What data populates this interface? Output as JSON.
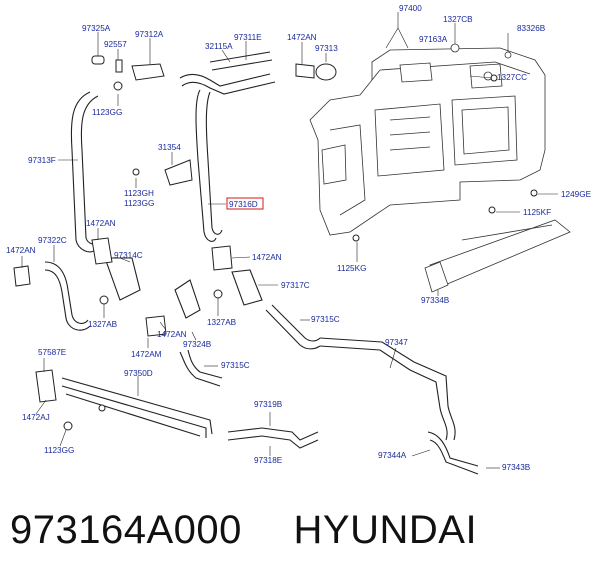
{
  "labels": [
    {
      "id": "97325A",
      "text": "97325A"
    },
    {
      "id": "92557",
      "text": "92557"
    },
    {
      "id": "97312A",
      "text": "97312A"
    },
    {
      "id": "32115A",
      "text": "32115A"
    },
    {
      "id": "97311E",
      "text": "97311E"
    },
    {
      "id": "1472AN_a",
      "text": "1472AN"
    },
    {
      "id": "97313",
      "text": "97313"
    },
    {
      "id": "97400",
      "text": "97400"
    },
    {
      "id": "1327CB",
      "text": "1327CB"
    },
    {
      "id": "83326B",
      "text": "83326B"
    },
    {
      "id": "97163A",
      "text": "97163A"
    },
    {
      "id": "1327CC",
      "text": "1327CC"
    },
    {
      "id": "1123GG_a",
      "text": "1123GG"
    },
    {
      "id": "97313F",
      "text": "97313F"
    },
    {
      "id": "31354",
      "text": "31354"
    },
    {
      "id": "1123GH",
      "text": "1123GH"
    },
    {
      "id": "1123GG_b",
      "text": "1123GG"
    },
    {
      "id": "97316D",
      "text": "97316D"
    },
    {
      "id": "1249GE",
      "text": "1249GE"
    },
    {
      "id": "1125KF",
      "text": "1125KF"
    },
    {
      "id": "1472AN_b",
      "text": "1472AN"
    },
    {
      "id": "97322C",
      "text": "97322C"
    },
    {
      "id": "1472AN_c",
      "text": "1472AN"
    },
    {
      "id": "97314C",
      "text": "97314C"
    },
    {
      "id": "1472AN_d",
      "text": "1472AN"
    },
    {
      "id": "1125KG",
      "text": "1125KG"
    },
    {
      "id": "97317C",
      "text": "97317C"
    },
    {
      "id": "97334B",
      "text": "97334B"
    },
    {
      "id": "1327AB_a",
      "text": "1327AB"
    },
    {
      "id": "1472AN_e",
      "text": "1472AN"
    },
    {
      "id": "1327AB_b",
      "text": "1327AB"
    },
    {
      "id": "97315C_a",
      "text": "97315C"
    },
    {
      "id": "97324B",
      "text": "97324B"
    },
    {
      "id": "1472AM",
      "text": "1472AM"
    },
    {
      "id": "57587E",
      "text": "57587E"
    },
    {
      "id": "97347",
      "text": "97347"
    },
    {
      "id": "97315C_b",
      "text": "97315C"
    },
    {
      "id": "97350D",
      "text": "97350D"
    },
    {
      "id": "1472AJ",
      "text": "1472AJ"
    },
    {
      "id": "97319B",
      "text": "97319B"
    },
    {
      "id": "1123GG_c",
      "text": "1123GG"
    },
    {
      "id": "97318E",
      "text": "97318E"
    },
    {
      "id": "97344A",
      "text": "97344A"
    },
    {
      "id": "97343B",
      "text": "97343B"
    }
  ],
  "highlighted_label": "97316D",
  "footer": {
    "part_number": "973164A000",
    "brand": "HYUNDAI"
  }
}
